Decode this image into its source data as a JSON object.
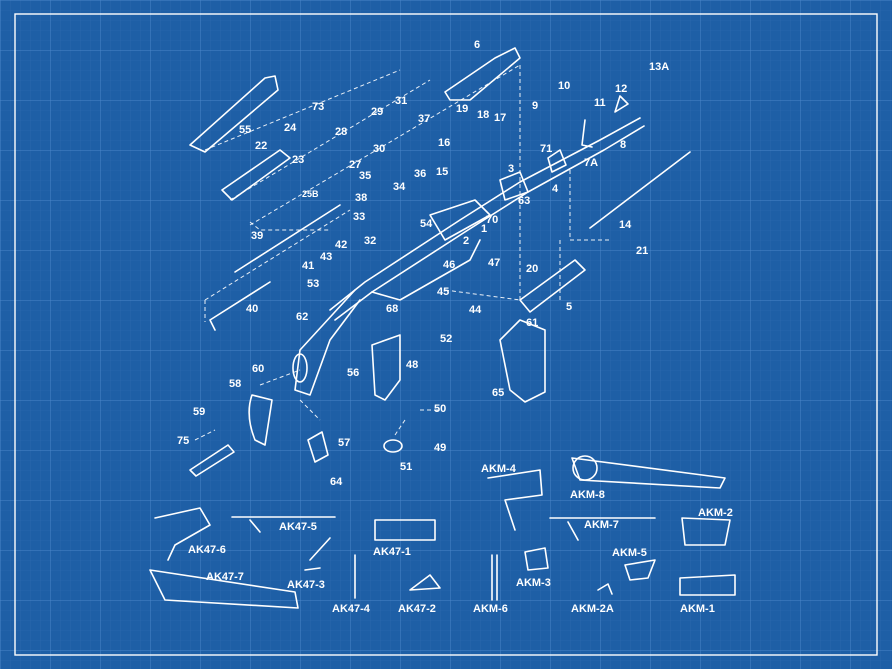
{
  "colors": {
    "background": "#1e5fa6",
    "grid": "#3b78bd",
    "ink": "#ffffff"
  },
  "labels": {
    "p6": "6",
    "p13a": "13A",
    "p10": "10",
    "p9": "9",
    "p12": "12",
    "p11": "11",
    "p8": "8",
    "p7a": "7A",
    "p71": "71",
    "p73": "73",
    "p31": "31",
    "p29": "29",
    "p24": "24",
    "p28": "28",
    "p37": "37",
    "p19": "19",
    "p18": "18",
    "p17": "17",
    "p55": "55",
    "p22": "22",
    "p30": "30",
    "p16": "16",
    "p23": "23",
    "p27": "27",
    "p15": "15",
    "p36": "36",
    "p3": "3",
    "p35": "35",
    "p34": "34",
    "p25b": "25B",
    "p38": "38",
    "p63": "63",
    "p4": "4",
    "p33": "33",
    "p54": "54",
    "p70": "70",
    "p14": "14",
    "p39": "39",
    "p32": "32",
    "p2": "2",
    "p1": "1",
    "p42": "42",
    "p21": "21",
    "p43": "43",
    "p41": "41",
    "p46": "46",
    "p47": "47",
    "p20": "20",
    "p53": "53",
    "p45": "45",
    "p40": "40",
    "p68": "68",
    "p44": "44",
    "p5": "5",
    "p62": "62",
    "p61": "61",
    "p52": "52",
    "p60": "60",
    "p48": "48",
    "p56": "56",
    "p58": "58",
    "p65": "65",
    "p59": "59",
    "p50": "50",
    "p57": "57",
    "p75": "75",
    "p49": "49",
    "p51": "51",
    "p64": "64",
    "akm4": "AKM-4",
    "akm8": "AKM-8",
    "ak475": "AK47-5",
    "ak471": "AK47-1",
    "akm7": "AKM-7",
    "akm2": "AKM-2",
    "ak476": "AK47-6",
    "ak477": "AK47-7",
    "akm5": "AKM-5",
    "ak473": "AK47-3",
    "akm3": "AKM-3",
    "ak474": "AK47-4",
    "ak472": "AK47-2",
    "akm6": "AKM-6",
    "akm2a": "AKM-2A",
    "akm1": "AKM-1"
  }
}
